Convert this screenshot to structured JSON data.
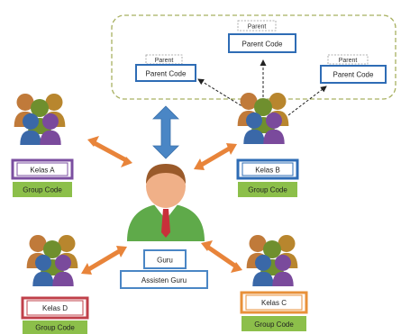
{
  "parents": [
    {
      "tag": "Parent",
      "code": "Parent Code"
    },
    {
      "tag": "Parent",
      "code": "Parent Code"
    },
    {
      "tag": "Parent",
      "code": "Parent Code"
    }
  ],
  "classes": [
    {
      "name": "Kelas A",
      "group": "Group Code",
      "color": "#7b4fa0"
    },
    {
      "name": "Kelas B",
      "group": "Group Code",
      "color": "#2e6cb5"
    },
    {
      "name": "Kelas D",
      "group": "Group Code",
      "color": "#c0404a"
    },
    {
      "name": "Kelas C",
      "group": "Group Code",
      "color": "#e8913a"
    }
  ],
  "teacher": {
    "role": "Guru",
    "assistant": "Assisten Guru"
  },
  "colors": {
    "group_fill": "#8cbf4a",
    "parent_border": "#2e6cb5",
    "dashed_border": "#a8b060",
    "arrow_orange": "#e8843a",
    "arrow_blue": "#4a86c5"
  },
  "icons": [
    "people-group-icon",
    "teacher-icon"
  ]
}
